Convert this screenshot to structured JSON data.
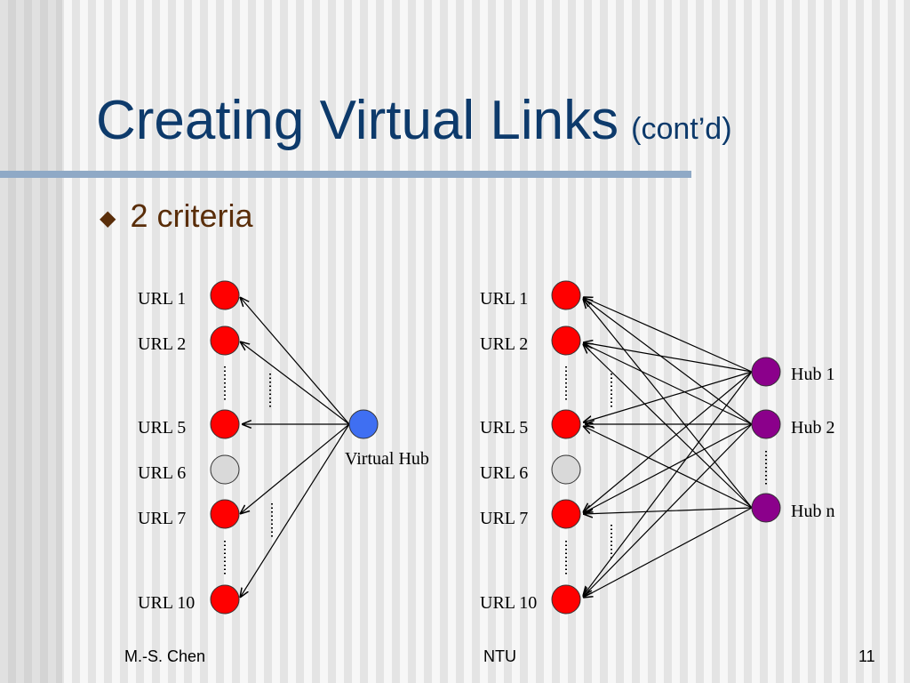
{
  "slide": {
    "title": "Creating Virtual Links",
    "title_suffix": "(cont’d)",
    "bullet": "2 criteria"
  },
  "left_diagram": {
    "url_labels": [
      "URL 1",
      "URL 2",
      "URL 5",
      "URL 6",
      "URL 7",
      "URL 10"
    ],
    "hub_label": "Virtual Hub"
  },
  "right_diagram": {
    "url_labels": [
      "URL 1",
      "URL 2",
      "URL 5",
      "URL 6",
      "URL 7",
      "URL 10"
    ],
    "hub_labels": [
      "Hub 1",
      "Hub 2",
      "Hub n"
    ]
  },
  "footer": {
    "author": "M.-S. Chen",
    "org": "NTU",
    "page": "11"
  },
  "colors": {
    "title": "#0d3a6b",
    "bullet": "#5a2e0a",
    "url_node": "#ff0000",
    "inactive_node": "#d9d9d9",
    "virtual_hub": "#3f6ff2",
    "hub": "#8b008b",
    "rule": "#8fa9c6"
  }
}
